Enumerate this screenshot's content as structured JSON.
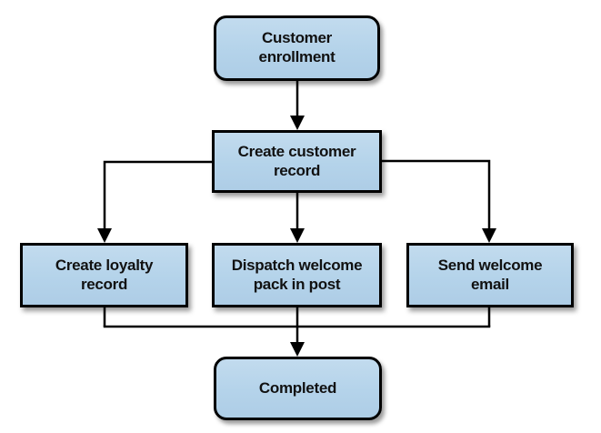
{
  "diagram": {
    "type": "flowchart",
    "colors": {
      "node_fill": "#b4d3ea",
      "node_border": "#000000",
      "connector": "#000000",
      "background": "#ffffff"
    },
    "nodes": [
      {
        "id": "customer-enrollment",
        "label": "Customer\nenrollment",
        "shape": "rounded"
      },
      {
        "id": "create-customer-record",
        "label": "Create customer\nrecord",
        "shape": "rect"
      },
      {
        "id": "create-loyalty-record",
        "label": "Create loyalty\nrecord",
        "shape": "rect"
      },
      {
        "id": "dispatch-welcome-pack",
        "label": "Dispatch welcome\npack in post",
        "shape": "rect"
      },
      {
        "id": "send-welcome-email",
        "label": "Send welcome\nemail",
        "shape": "rect"
      },
      {
        "id": "completed",
        "label": "Completed",
        "shape": "rounded"
      }
    ],
    "edges": [
      {
        "from": "customer-enrollment",
        "to": "create-customer-record"
      },
      {
        "from": "create-customer-record",
        "to": "create-loyalty-record"
      },
      {
        "from": "create-customer-record",
        "to": "dispatch-welcome-pack"
      },
      {
        "from": "create-customer-record",
        "to": "send-welcome-email"
      },
      {
        "from": "create-loyalty-record",
        "to": "completed"
      },
      {
        "from": "dispatch-welcome-pack",
        "to": "completed"
      },
      {
        "from": "send-welcome-email",
        "to": "completed"
      }
    ]
  }
}
